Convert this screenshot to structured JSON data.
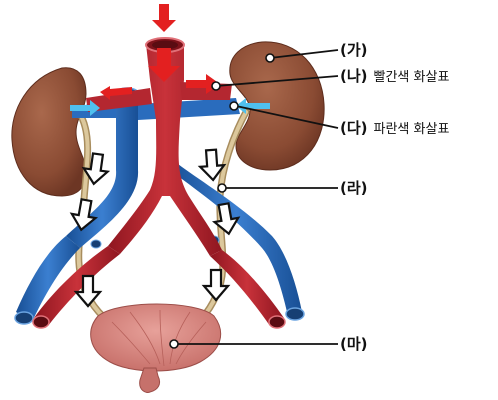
{
  "labels": {
    "ga": {
      "mark": "(가)",
      "caption": ""
    },
    "na": {
      "mark": "(나)",
      "caption": "빨간색 화살표"
    },
    "da": {
      "mark": "(다)",
      "caption": "파란색 화살표"
    },
    "ra": {
      "mark": "(라)",
      "caption": ""
    },
    "ma": {
      "mark": "(마)",
      "caption": ""
    }
  },
  "colors": {
    "artery": "#b0222c",
    "vein": "#1f5fb0",
    "kidney": "#8a4b33",
    "ureter": "#d8c49a",
    "bladder": "#cf7f79",
    "red_arrow": "#e32020",
    "blue_arrow": "#4fc0ee"
  }
}
